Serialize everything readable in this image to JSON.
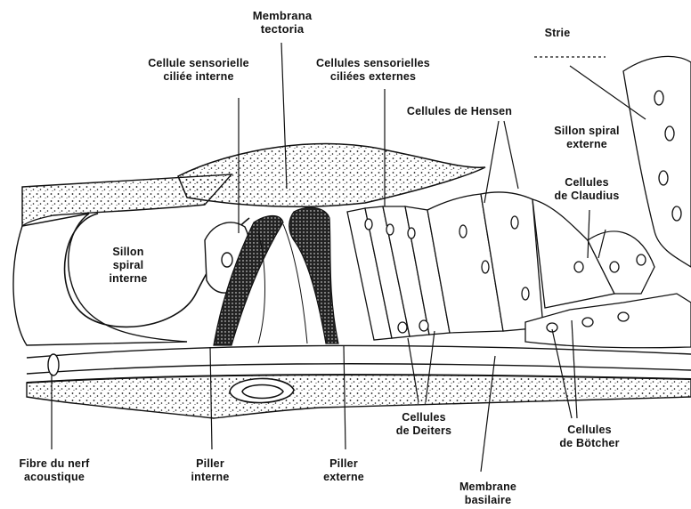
{
  "labels": {
    "membrana_tectoria": [
      "Membrana",
      "tectoria"
    ],
    "strie": [
      "Strie"
    ],
    "cellule_interne": [
      "Cellule sensorielle",
      "ciliée interne"
    ],
    "cellules_externes": [
      "Cellules sensorielles",
      "ciliées externes"
    ],
    "cellules_hensen": [
      "Cellules de Hensen"
    ],
    "sillon_externe": [
      "Sillon spiral",
      "externe"
    ],
    "cellules_claudius": [
      "Cellules",
      "de Claudius"
    ],
    "sillon_interne": [
      "Sillon",
      "spiral",
      "interne"
    ],
    "fibre_nerf": [
      "Fibre du nerf",
      "acoustique"
    ],
    "piller_interne": [
      "Piller",
      "interne"
    ],
    "piller_externe": [
      "Piller",
      "externe"
    ],
    "cellules_deiters": [
      "Cellules",
      "de Deiters"
    ],
    "cellules_botcher": [
      "Cellules",
      "de Bötcher"
    ],
    "membrane_basilaire": [
      "Membrane",
      "basilaire"
    ]
  },
  "colors": {
    "ink": "#111111",
    "background": "#ffffff"
  }
}
